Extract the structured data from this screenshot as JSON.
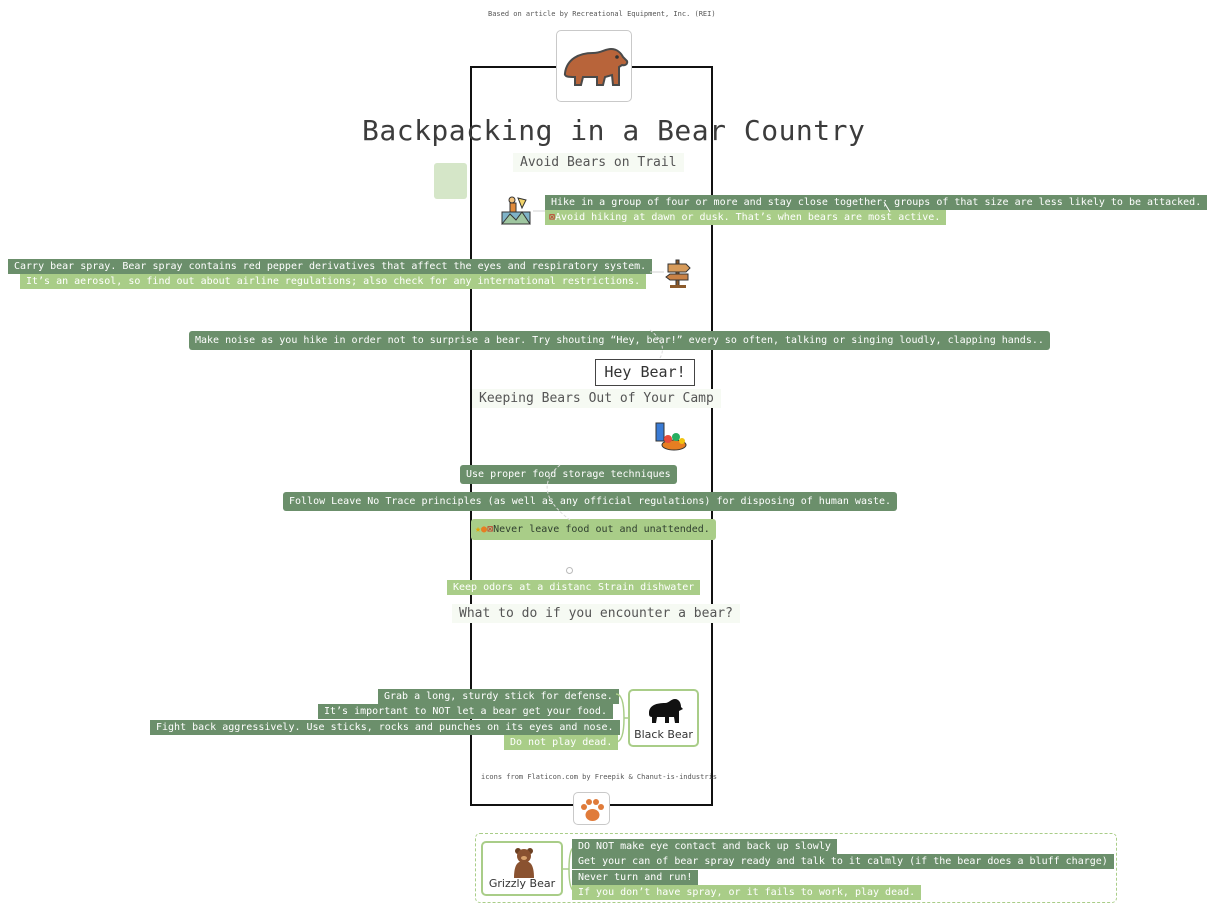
{
  "credit_top": "Based on article by Recreational Equipment, Inc. (REI)",
  "title": "Backpacking in a Bear Country",
  "sections": {
    "avoid": "Avoid Bears on Trail",
    "camp": "Keeping Bears Out of Your Camp",
    "encounter": "What to do if you encounter a bear?"
  },
  "avoid_items": [
    "Hike in a group of four or more and stay close together; groups of that size are less likely to be attacked.",
    "Avoid hiking at dawn or dusk. That’s when bears are most active."
  ],
  "spray_items": [
    "Carry bear spray. Bear spray contains red pepper derivatives that affect the eyes and respiratory system.",
    "It’s an aerosol, so find out about airline regulations; also check for any international restrictions."
  ],
  "noise_item": "Make noise as you hike in order not to surprise a bear. Try shouting “Hey, bear!” every so often, talking or singing loudly, clapping hands..",
  "hey_bear": "Hey Bear!",
  "camp_items": [
    "Use proper food storage techniques",
    "Follow Leave No Trace principles (as well as any official regulations) for disposing of human waste.",
    "Never leave food out and unattended."
  ],
  "odor_items": [
    "Keep odors at a distance",
    "Strain dishwater"
  ],
  "black_bear": {
    "label": "Black Bear",
    "items": [
      "Grab a long, sturdy stick for defense.",
      "It’s important to NOT let a bear get your food.",
      "Fight back aggressively. Use sticks, rocks and punches on its eyes and nose.",
      "Do not play dead."
    ]
  },
  "credit_icons": "icons from Flaticon.com by Freepik & Chanut-is-industris",
  "grizzly_bear": {
    "label": "Grizzly Bear",
    "items": [
      "DO NOT make eye contact and back up slowly",
      "Get your can of bear spray ready and talk to it calmly (if the bear does a bluff charge)",
      "Never turn and run!",
      "If you don’t have spray, or it fails to work, play dead."
    ]
  },
  "icons": {
    "top": "bear-icon",
    "hiker": "hiker-icon",
    "sign": "signpost-icon",
    "food": "food-icon",
    "black": "black-bear-icon",
    "paw": "paw-icon",
    "grizzly": "grizzly-bear-icon",
    "prohibit": "prohibit-icon",
    "warn": "warning-icon"
  },
  "colors": {
    "dark_bar": "#6b8f6b",
    "light_bar": "#a9cd88",
    "bear_brown": "#b8643a"
  }
}
